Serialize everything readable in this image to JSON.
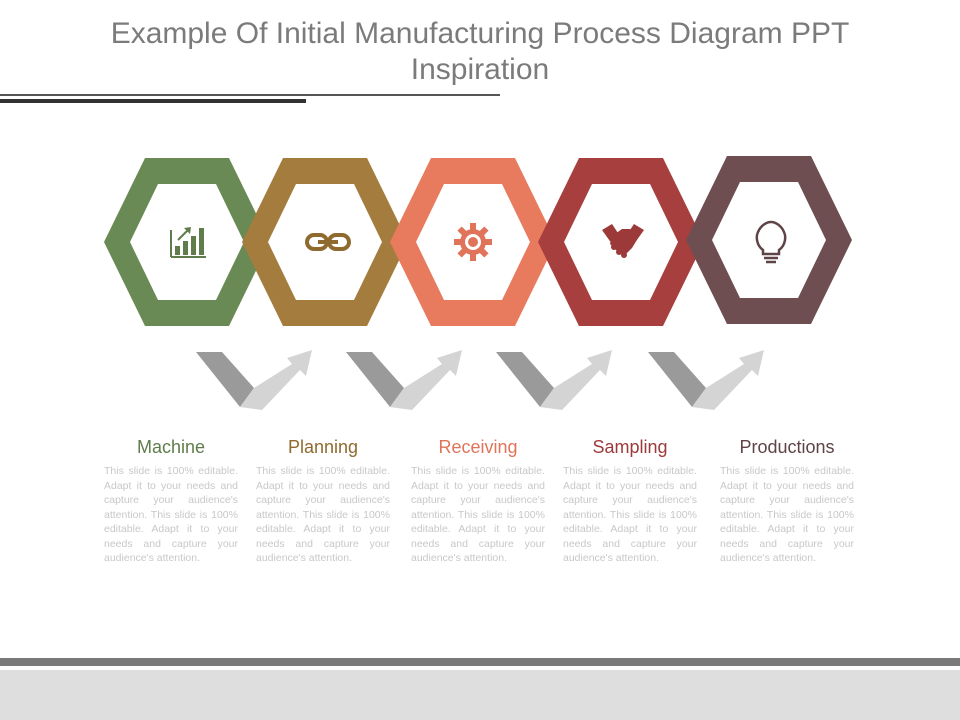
{
  "title": "Example Of Initial Manufacturing Process Diagram PPT Inspiration",
  "colors": {
    "machine": "#6a8a55",
    "planning": "#a47c3e",
    "receiving": "#e87a5d",
    "sampling": "#a83f3f",
    "productions": "#6e4e50",
    "arrow_dark": "#9a9a9a",
    "arrow_light": "#d4d4d4"
  },
  "steps": [
    {
      "title": "Machine",
      "icon": "bar-chart-growth-icon",
      "color": "#5e7d4a",
      "body": "This slide is 100% editable. Adapt it to your needs and capture your audience's attention. This slide is 100% editable. Adapt it to your needs and capture your audience's attention."
    },
    {
      "title": "Planning",
      "icon": "chain-link-icon",
      "color": "#8f6a2f",
      "body": "This slide is 100% editable. Adapt it to your needs and capture your audience's attention. This slide is 100% editable. Adapt it to your needs and capture your audience's attention."
    },
    {
      "title": "Receiving",
      "icon": "gear-icon",
      "color": "#e0745a",
      "body": "This slide is 100% editable. Adapt it to your needs and capture your audience's attention. This slide is 100% editable. Adapt it to your needs and capture your audience's attention."
    },
    {
      "title": "Sampling",
      "icon": "handshake-icon",
      "color": "#9c3a3a",
      "body": "This slide is 100% editable. Adapt it to your needs and capture your audience's attention. This slide is 100% editable. Adapt it to your needs and capture your audience's attention."
    },
    {
      "title": "Productions",
      "icon": "light-bulb-icon",
      "color": "#5e4446",
      "body": "This slide is 100% editable. Adapt it to your needs and capture your audience's attention. This slide is 100% editable. Adapt it to your needs and capture your audience's attention."
    }
  ]
}
